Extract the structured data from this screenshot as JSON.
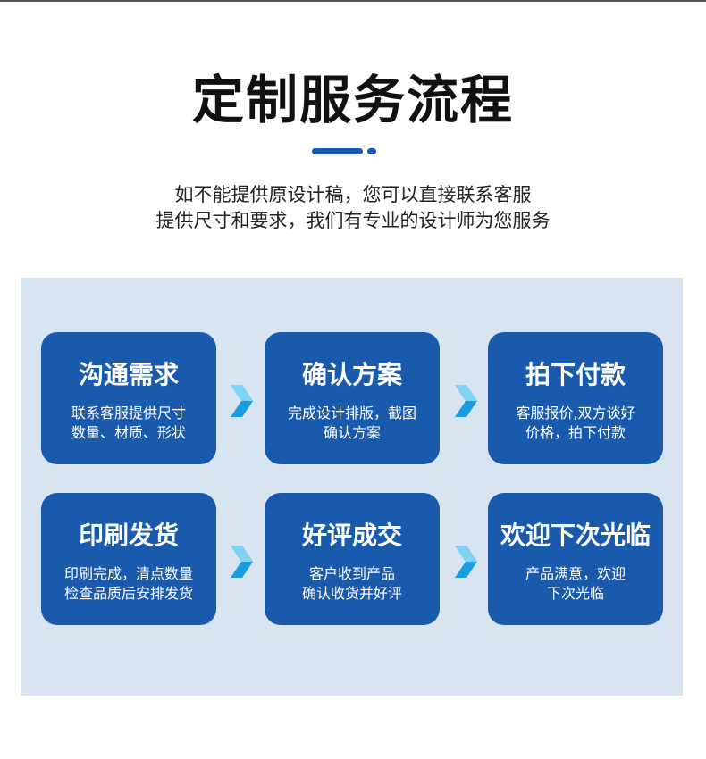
{
  "title": "定制服务流程",
  "subtitle": {
    "line1": "如不能提供原设计稿，您可以直接联系客服",
    "line2": "提供尺寸和要求，我们有专业的设计师为您服务"
  },
  "steps": [
    {
      "title": "沟通需求",
      "desc": "联系客服提供尺寸\n数量、材质、形状"
    },
    {
      "title": "确认方案",
      "desc": "完成设计排版，截图\n确认方案"
    },
    {
      "title": "拍下付款",
      "desc": "客服报价,双方谈好\n价格，拍下付款"
    },
    {
      "title": "印刷发货",
      "desc": "印刷完成，清点数量\n检查品质后安排发货"
    },
    {
      "title": "好评成交",
      "desc": "客户收到产品\n确认收货并好评"
    },
    {
      "title": "欢迎下次光临",
      "desc": "产品满意，欢迎\n下次光临"
    }
  ],
  "arrow_icon": "chevron-right-icon",
  "colors": {
    "card": "#1a5aad",
    "panel": "#d9e4f1",
    "arrow_light": "#7fd3f7",
    "arrow_dark": "#1a9ee0"
  }
}
